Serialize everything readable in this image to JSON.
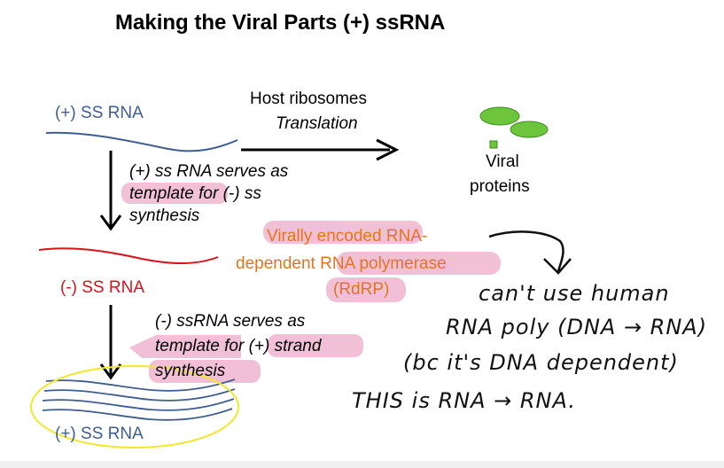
{
  "title": "Making the Viral Parts (+) ssRNA",
  "plus_rna_top": "(+) SS RNA",
  "host_ribosomes": "Host ribosomes",
  "translation": "Translation",
  "viral_proteins": [
    "Viral",
    "proteins"
  ],
  "step1_text": [
    "(+) ss RNA serves as",
    "template for (-) ss",
    "synthesis"
  ],
  "rdrp_text": [
    "Virally encoded RNA-",
    "dependent RNA polymerase",
    "(RdRP)"
  ],
  "minus_rna": "(-) SS RNA",
  "step2_text": [
    "(-) ssRNA serves as",
    "template for (+) strand",
    "synthesis"
  ],
  "plus_rna_bottom": "(+) SS RNA",
  "handwritten_note": [
    "can't use human",
    "RNA poly (DNA → RNA)",
    "(bc it's DNA dependent)",
    "THIS is RNA → RNA."
  ],
  "colors": {
    "plus_strand": "#3e5e91",
    "minus_strand": "#d8131b",
    "highlight": "#f0b6cf",
    "rdrp_text": "#e4751c",
    "protein": "#6cc53a",
    "ellipse": "#f2e72c"
  }
}
